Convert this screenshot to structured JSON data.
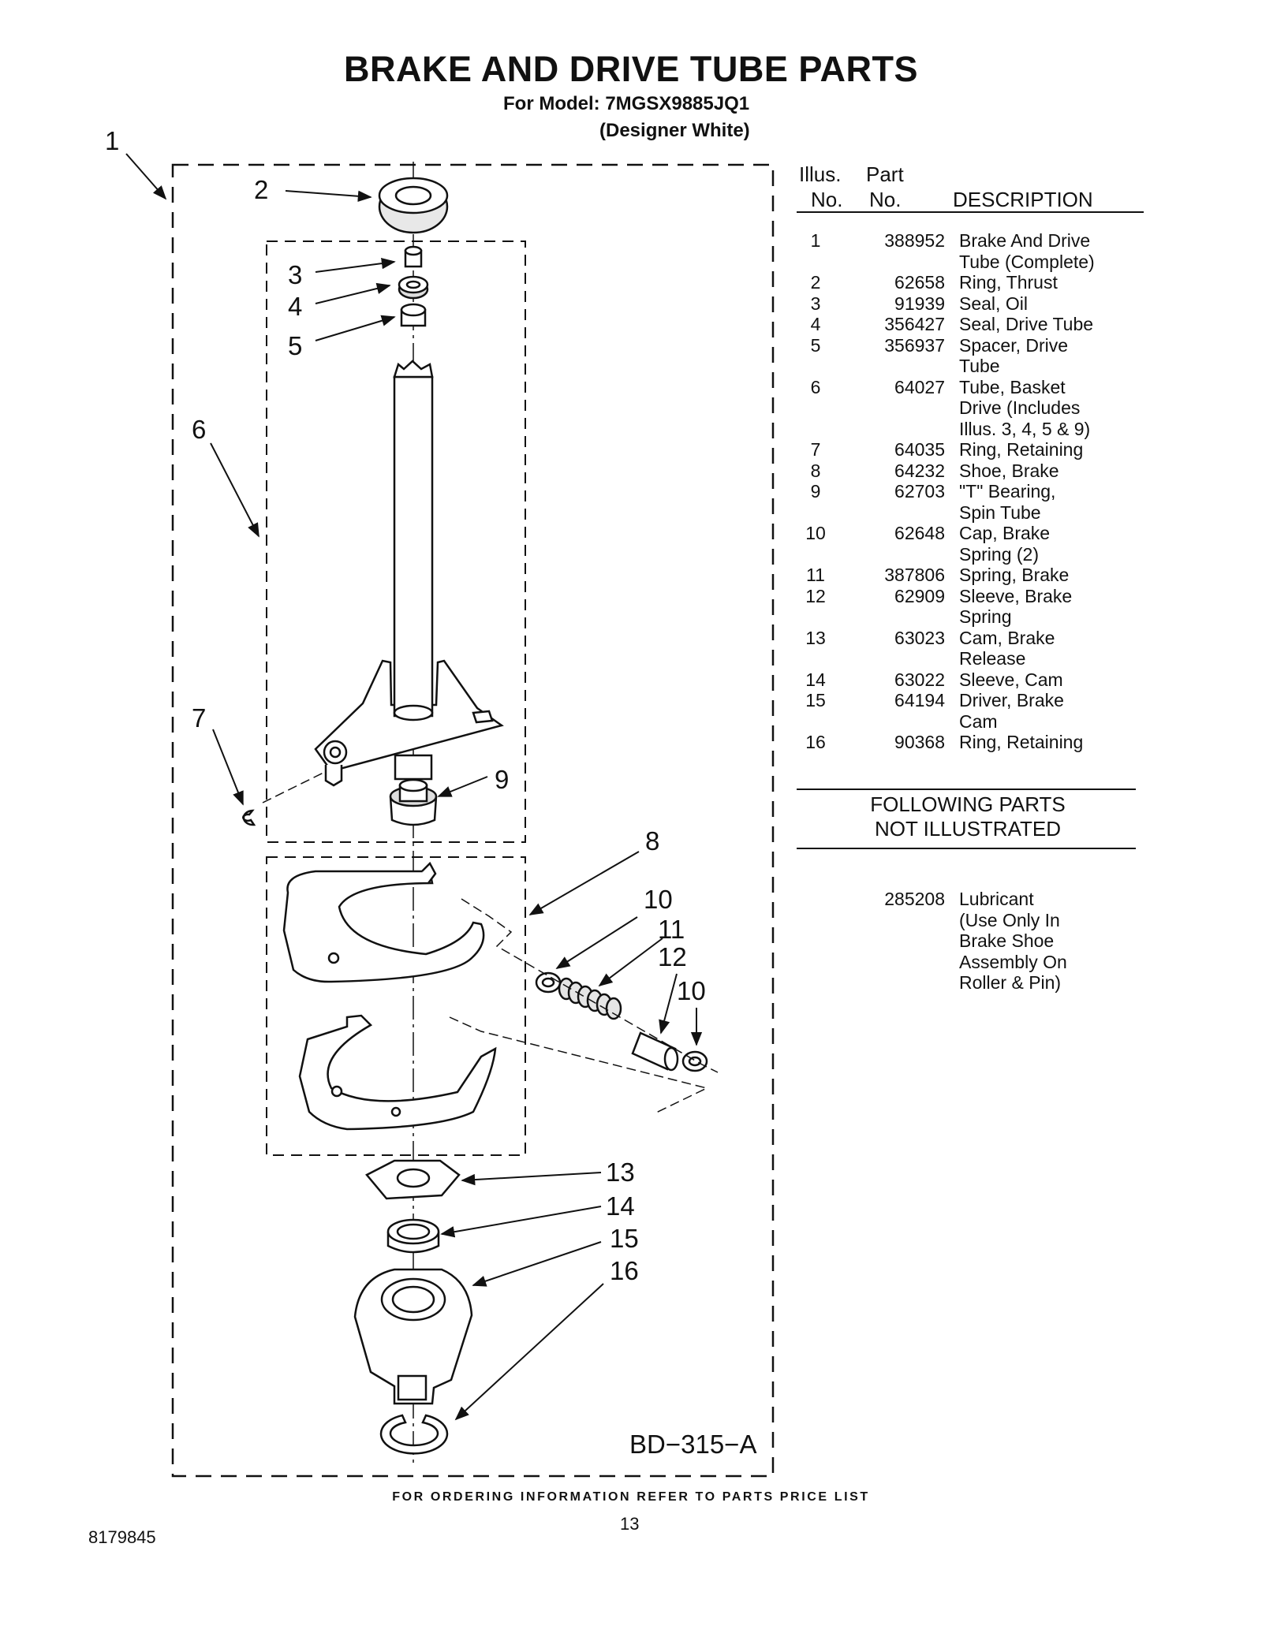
{
  "header": {
    "title": "BRAKE AND DRIVE TUBE PARTS",
    "model_line": "For Model: 7MGSX9885JQ1",
    "variant": "(Designer White)"
  },
  "diagram": {
    "callouts": [
      "1",
      "2",
      "3",
      "4",
      "5",
      "6",
      "7",
      "8",
      "9",
      "10",
      "11",
      "12",
      "10",
      "13",
      "14",
      "15",
      "16"
    ],
    "drawing_code": "BD−315−A",
    "stroke_color": "#111111"
  },
  "parts_table": {
    "headers": {
      "illus_line1": "Illus.",
      "illus_line2": "No.",
      "part_line1": "Part",
      "part_line2": "No.",
      "description": "DESCRIPTION"
    },
    "rows": [
      {
        "illus": "1",
        "part": "388952",
        "description": [
          "Brake And Drive",
          "Tube (Complete)"
        ]
      },
      {
        "illus": "2",
        "part": "62658",
        "description": [
          "Ring, Thrust"
        ]
      },
      {
        "illus": "3",
        "part": "91939",
        "description": [
          "Seal, Oil"
        ]
      },
      {
        "illus": "4",
        "part": "356427",
        "description": [
          "Seal, Drive Tube"
        ]
      },
      {
        "illus": "5",
        "part": "356937",
        "description": [
          "Spacer, Drive",
          "Tube"
        ]
      },
      {
        "illus": "6",
        "part": "64027",
        "description": [
          "Tube, Basket",
          "Drive (Includes",
          "Illus. 3, 4, 5 & 9)"
        ]
      },
      {
        "illus": "7",
        "part": "64035",
        "description": [
          "Ring, Retaining"
        ]
      },
      {
        "illus": "8",
        "part": "64232",
        "description": [
          "Shoe, Brake"
        ]
      },
      {
        "illus": "9",
        "part": "62703",
        "description": [
          "\"T\" Bearing,",
          "Spin Tube"
        ]
      },
      {
        "illus": "10",
        "part": "62648",
        "description": [
          "Cap, Brake",
          "Spring (2)"
        ]
      },
      {
        "illus": "11",
        "part": "387806",
        "description": [
          "Spring, Brake"
        ]
      },
      {
        "illus": "12",
        "part": "62909",
        "description": [
          "Sleeve, Brake",
          "Spring"
        ]
      },
      {
        "illus": "13",
        "part": "63023",
        "description": [
          "Cam, Brake",
          "Release"
        ]
      },
      {
        "illus": "14",
        "part": "63022",
        "description": [
          "Sleeve, Cam"
        ]
      },
      {
        "illus": "15",
        "part": "64194",
        "description": [
          "Driver, Brake",
          "Cam"
        ]
      },
      {
        "illus": "16",
        "part": "90368",
        "description": [
          "Ring, Retaining"
        ]
      }
    ],
    "not_illustrated_heading": [
      "FOLLOWING PARTS",
      "NOT ILLUSTRATED"
    ],
    "not_illustrated": [
      {
        "illus": "",
        "part": "285208",
        "description": [
          "Lubricant",
          "(Use Only In",
          "Brake Shoe",
          "Assembly On",
          "Roller & Pin)"
        ]
      }
    ]
  },
  "footer": {
    "ordering_note": "FOR ORDERING INFORMATION REFER TO PARTS PRICE LIST",
    "page_number": "13",
    "document_number": "8179845"
  }
}
